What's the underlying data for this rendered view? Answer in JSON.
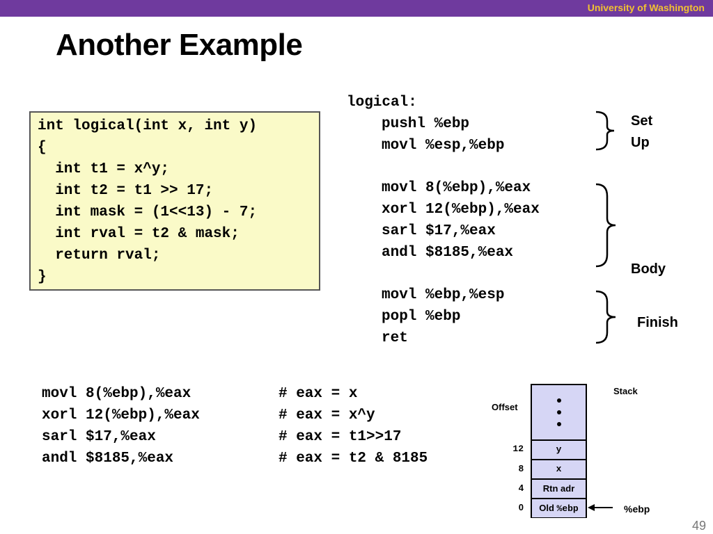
{
  "header": {
    "org": "University of Washington"
  },
  "title": "Another Example",
  "c_code": {
    "lines": [
      "int logical(int x, int y)",
      "{",
      "  int t1 = x^y;",
      "  int t2 = t1 >> 17;",
      "  int mask = (1<<13) - 7;",
      "  int rval = t2 & mask;",
      "  return rval;",
      "}"
    ]
  },
  "assembly": {
    "label": "logical:",
    "setup": [
      "pushl %ebp",
      "movl %esp,%ebp"
    ],
    "body": [
      "movl 8(%ebp),%eax",
      "xorl 12(%ebp),%eax",
      "sarl $17,%eax",
      "andl $8185,%eax"
    ],
    "finish": [
      "movl %ebp,%esp",
      "popl %ebp",
      "ret"
    ],
    "section_labels": {
      "setup_1": "Set",
      "setup_2": "Up",
      "body": "Body",
      "finish": "Finish"
    }
  },
  "annotated": {
    "rows": [
      {
        "instr": "movl 8(%ebp),%eax",
        "comment": "# eax = x"
      },
      {
        "instr": "xorl 12(%ebp),%eax",
        "comment": "# eax = x^y"
      },
      {
        "instr": "sarl $17,%eax",
        "comment": "# eax = t1>>17"
      },
      {
        "instr": "andl $8185,%eax",
        "comment": "# eax = t2 & 8185"
      }
    ]
  },
  "stack": {
    "title": "Stack",
    "offset_label": "Offset",
    "cells": [
      {
        "offset": "12",
        "content": "y"
      },
      {
        "offset": "8",
        "content": "x"
      },
      {
        "offset": "4",
        "content": "Rtn adr"
      },
      {
        "offset": "0",
        "content_prefix": "Old ",
        "content_reg": "%ebp"
      }
    ],
    "pointer_label": "%ebp"
  },
  "page_number": "49"
}
